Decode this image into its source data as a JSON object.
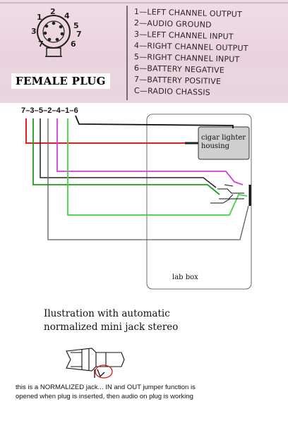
{
  "legend": {
    "label": "FEMALE PLUG",
    "pin_labels": [
      "2",
      "1",
      "3",
      "7",
      "6",
      "4",
      "5",
      "7"
    ],
    "items": [
      "1—LEFT CHANNEL OUTPUT",
      "2—AUDIO GROUND",
      "3—LEFT CHANNEL INPUT",
      "4—RIGHT CHANNEL OUTPUT",
      "5—RIGHT CHANNEL INPUT",
      "6—BATTERY NEGATIVE",
      "7—BATTERY POSITIVE",
      "C—RADIO CHASSIS"
    ]
  },
  "wiring": {
    "pin_sequence": "7–3–5–2–4–1–6",
    "housing_label": "cigar lighter housing",
    "box_label": "lab box",
    "wire_colors": {
      "pin7": "#e32222",
      "pin3": "#1aa21a",
      "pin5": "#222222",
      "pin2": "#d63cd6",
      "pin4": "#5c5c5c",
      "pin1": "#3fd43f",
      "pin6": "#111111"
    }
  },
  "illustration": {
    "title_lines": [
      "Ilustration with automatic",
      "normalized mini jack stereo"
    ],
    "note_lines": [
      "this is a NORMALIZED jack... IN and OUT jumper function is",
      "opened when plug is inserted, then audio on plug is working"
    ]
  }
}
